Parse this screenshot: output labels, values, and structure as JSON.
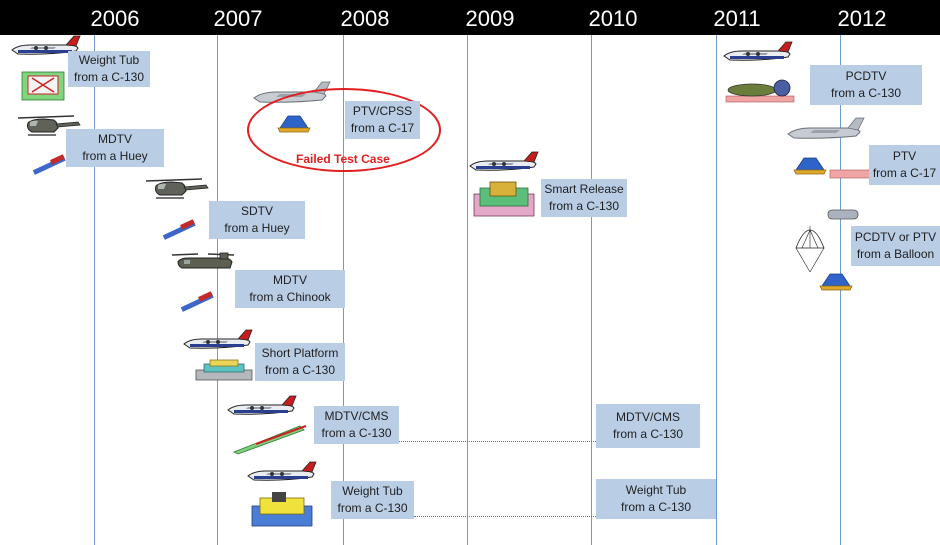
{
  "years": [
    "2006",
    "2007",
    "2008",
    "2009",
    "2010",
    "2011",
    "2012"
  ],
  "tests": [
    {
      "id": "weight-tub-2006",
      "line1": "Weight Tub",
      "line2": "from a C-130"
    },
    {
      "id": "mdtv-huey",
      "line1": "MDTV",
      "line2": "from a Huey"
    },
    {
      "id": "sdtv-huey",
      "line1": "SDTV",
      "line2": "from a Huey"
    },
    {
      "id": "mdtv-chinook",
      "line1": "MDTV",
      "line2": "from a Chinook"
    },
    {
      "id": "short-platform",
      "line1": "Short Platform",
      "line2": "from a C-130"
    },
    {
      "id": "mdtv-cms-2007",
      "line1": "MDTV/CMS",
      "line2": "from a C-130"
    },
    {
      "id": "weight-tub-2007",
      "line1": "Weight Tub",
      "line2": "from a C-130"
    },
    {
      "id": "ptv-cpss",
      "line1": "PTV/CPSS",
      "line2": "from a C-17"
    },
    {
      "id": "smart-release",
      "line1": "Smart Release",
      "line2": "from a C-130"
    },
    {
      "id": "mdtv-cms-2010",
      "line1": "MDTV/CMS",
      "line2": "from a C-130"
    },
    {
      "id": "weight-tub-2010",
      "line1": "Weight Tub",
      "line2": "from a C-130"
    },
    {
      "id": "pcdtv",
      "line1": "PCDTV",
      "line2": "from a C-130"
    },
    {
      "id": "ptv-c17",
      "line1": "PTV",
      "line2": "from a C-17"
    },
    {
      "id": "pcdtv-or-ptv",
      "line1": "PCDTV or PTV",
      "line2": "from a Balloon"
    }
  ],
  "failed_label": "Failed Test Case",
  "colors": {
    "header": "#000000",
    "gridline": "#6f9bd1",
    "card": "#b9cde5",
    "failed": "#e02020"
  },
  "icons": [
    "c130-airplane-icon",
    "c17-airplane-icon",
    "huey-helicopter-icon",
    "chinook-helicopter-icon",
    "parachute-balloon-icon",
    "capsule-icon"
  ]
}
